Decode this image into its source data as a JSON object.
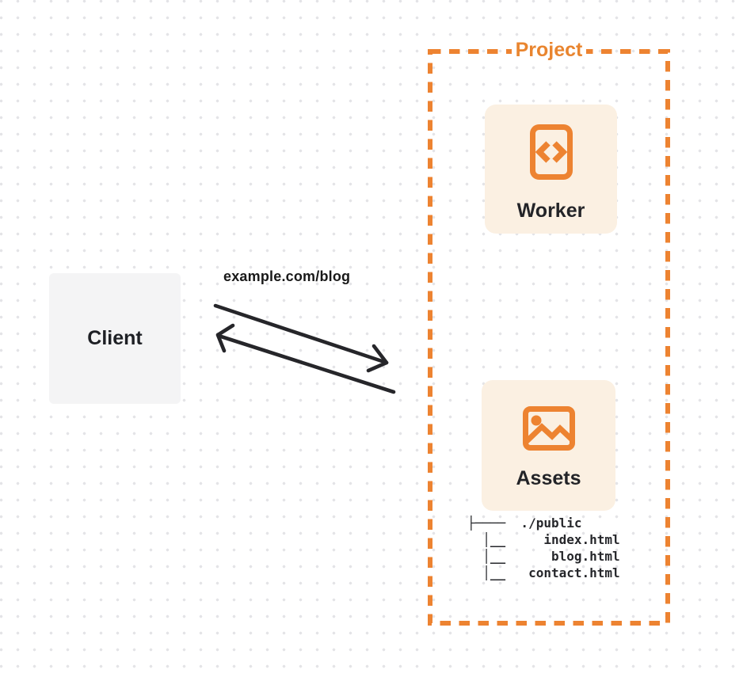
{
  "client": {
    "label": "Client"
  },
  "request": {
    "label": "example.com/blog"
  },
  "project": {
    "label": "Project",
    "accent_color": "#ed8331",
    "card_background": "#fbf0e2",
    "nodes": [
      {
        "id": "worker",
        "label": "Worker",
        "icon": "code-file-icon"
      },
      {
        "id": "assets",
        "label": "Assets",
        "icon": "image-icon"
      }
    ],
    "file_tree": {
      "root": "./public",
      "files": [
        "index.html",
        "blog.html",
        "contact.html"
      ],
      "lines": [
        "├────  ./public",
        "  │__     index.html",
        "  │__      blog.html",
        "  │__   contact.html"
      ]
    }
  }
}
